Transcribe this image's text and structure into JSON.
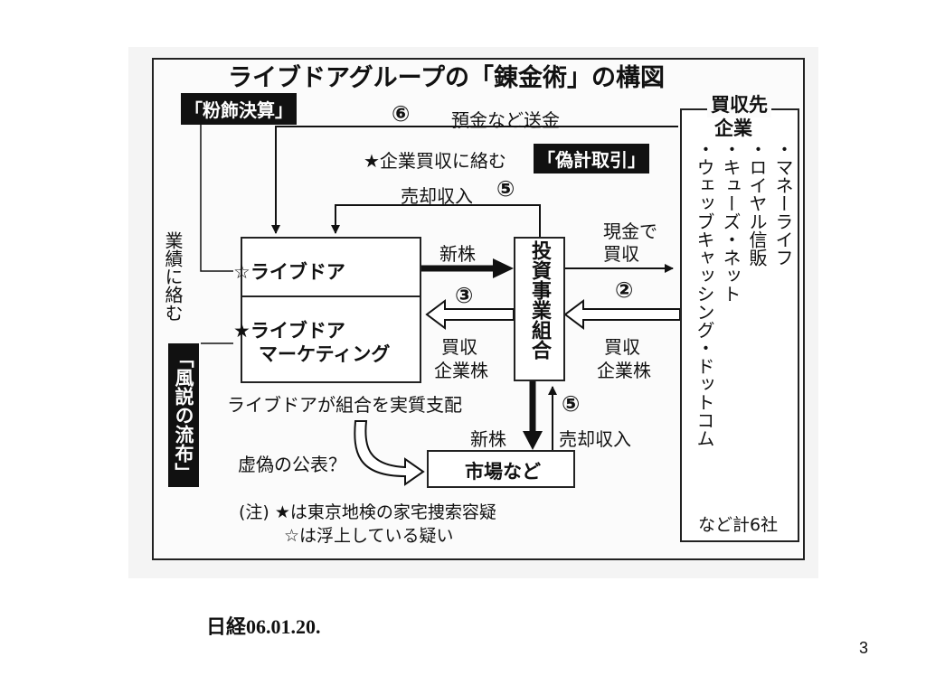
{
  "diagram": {
    "title": "ライブドアグループの「錬金術」の構図",
    "label_funshoku": "「粉飾決算」",
    "label_gikei": "「偽計取引」",
    "label_fuusetsu": "「風説の流布」",
    "flow6_num": "⑥",
    "flow6_text": "預金など送金",
    "kigyou_baishu": "★企業買収に絡む",
    "baikyaku_top_text": "売却収入",
    "baikyaku_top_num": "⑤",
    "gyoseki_vertical": "業績に絡む",
    "box_livedoor": "☆ライブドア",
    "box_ldm_line1": "★ライブドア",
    "box_ldm_line2": "マーケティング",
    "shinkabu_top": "新株",
    "num3": "③",
    "baishu_kabu_left_1": "買収",
    "baishu_kabu_left_2": "企業株",
    "fund_box": "投資事業組合",
    "genkin_1": "現金で",
    "genkin_2": "買収",
    "num2": "②",
    "baishu_kabu_right_1": "買収",
    "baishu_kabu_right_2": "企業株",
    "jisshitsu": "ライブドアが組合を実質支配",
    "shinkabu_bottom": "新株",
    "num5_bottom": "⑤",
    "baikyaku_bottom": "売却収入",
    "kyogi": "虚偽の公表？",
    "market": "市場など",
    "note_1": "(注) ★は東京地検の家宅捜索容疑",
    "note_2": "☆は浮上している疑い",
    "acq_header_1": "買収先",
    "acq_header_2": "企業",
    "acq_list": [
      "・マネーライフ",
      "・ロイヤル信販",
      "・キューズ・ネット",
      "・ウェッブキャッシング・ドットコム"
    ],
    "acq_footer": "など計6社"
  },
  "source": "日経06.01.20.",
  "page_number": "3"
}
